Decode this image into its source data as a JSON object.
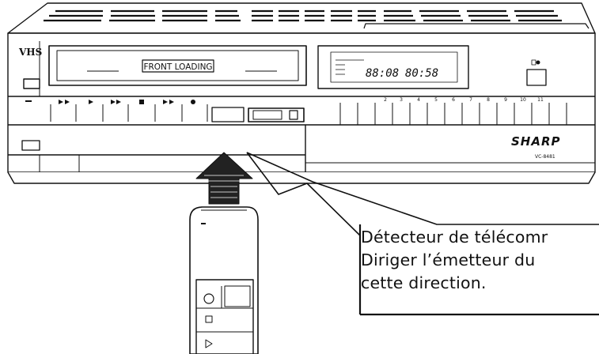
{
  "vcr": {
    "brand": "SHARP",
    "format_logo": "VHS",
    "cassette_label": "FRONT LOADING",
    "clock_display": "88:08",
    "counter_display": "80:58",
    "model_label": "VC-8481"
  },
  "callout": {
    "line1": "Détecteur de télécomr",
    "line2": "Diriger l’émetteur  du",
    "line3": "cette direction."
  }
}
